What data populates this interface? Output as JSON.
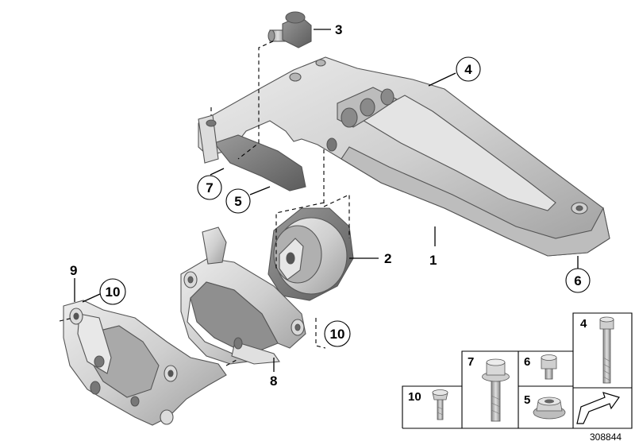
{
  "diagram": {
    "callouts": [
      {
        "id": "c1",
        "label": "1",
        "circled": false
      },
      {
        "id": "c2",
        "label": "2",
        "circled": false
      },
      {
        "id": "c3",
        "label": "3",
        "circled": false
      },
      {
        "id": "c4",
        "label": "4",
        "circled": true
      },
      {
        "id": "c5",
        "label": "5",
        "circled": true
      },
      {
        "id": "c6",
        "label": "6",
        "circled": true
      },
      {
        "id": "c7",
        "label": "7",
        "circled": true
      },
      {
        "id": "c8",
        "label": "8",
        "circled": false
      },
      {
        "id": "c9",
        "label": "9",
        "circled": false
      },
      {
        "id": "c10a",
        "label": "10",
        "circled": true
      },
      {
        "id": "c10b",
        "label": "10",
        "circled": true
      }
    ],
    "hardware_table": {
      "cells": [
        {
          "id": "h4",
          "label": "4"
        },
        {
          "id": "h7",
          "label": "7"
        },
        {
          "id": "h6",
          "label": "6"
        },
        {
          "id": "h5",
          "label": "5"
        },
        {
          "id": "h10",
          "label": "10"
        }
      ]
    },
    "reference_number": "308844",
    "colors": {
      "part_fill": "#cfcfcf",
      "part_shadow": "#9e9e9e",
      "part_highlight": "#ececec",
      "line": "#000000"
    }
  }
}
